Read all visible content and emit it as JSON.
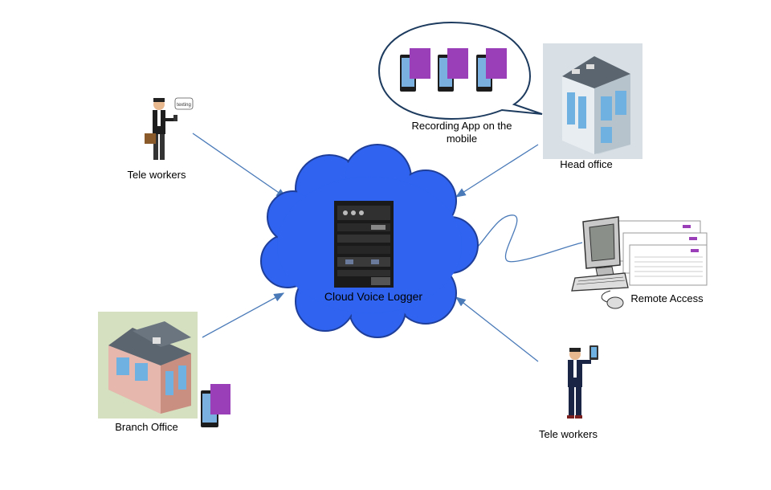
{
  "labels": {
    "cloud": "Cloud Voice Logger",
    "tele_workers_top": "Tele workers",
    "head_office": "Head office",
    "recording_app_line1": "Recording App on the",
    "recording_app_line2": "mobile",
    "remote_access": "Remote Access",
    "branch_office": "Branch Office",
    "tele_workers_bottom": "Tele workers",
    "speech_bubble_text": "texting"
  },
  "colors": {
    "cloud_fill": "#2f63f0",
    "cloud_stroke": "#1f3e9a",
    "arrow": "#4a7ab8",
    "phone_screen": "#9b3fb8",
    "building_wall": "#d9a79b",
    "building_glass": "#6fb1e0"
  }
}
